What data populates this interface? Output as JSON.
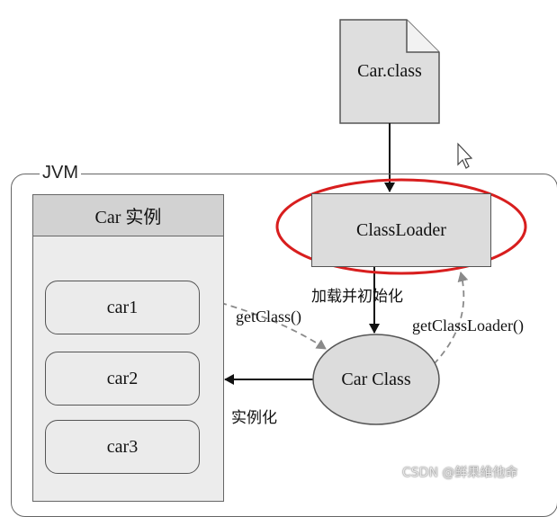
{
  "jvm": {
    "label": "JVM"
  },
  "instances_panel": {
    "title": "Car 实例",
    "items": [
      {
        "label": "car1"
      },
      {
        "label": "car2"
      },
      {
        "label": "car3"
      }
    ]
  },
  "class_file": {
    "label": "Car.class"
  },
  "class_loader": {
    "label": "ClassLoader"
  },
  "car_class": {
    "label": "Car Class"
  },
  "edges": {
    "load_init": "加载并初始化",
    "get_class": "getClass()",
    "get_class_loader": "getClassLoader()",
    "instantiate": "实例化"
  },
  "watermark": "CSDN @鲜果维他命",
  "colors": {
    "highlight": "#d81e1e",
    "box_fill": "#dcdcdc",
    "dashed_arrow": "#8a8a8a"
  }
}
